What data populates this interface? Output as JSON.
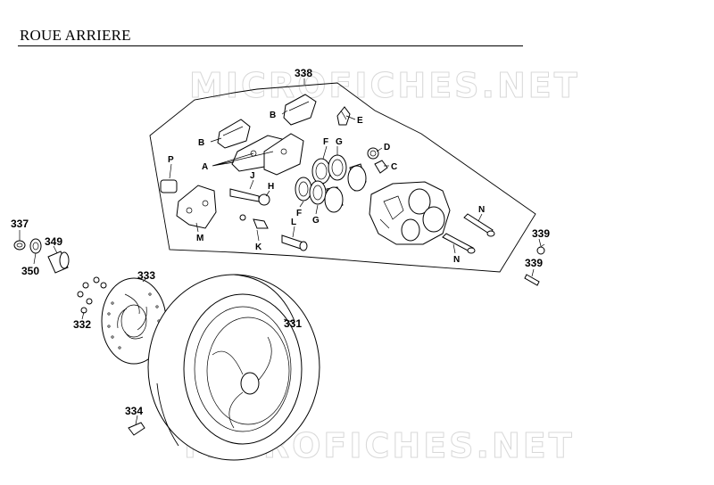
{
  "title": "ROUE ARRIERE",
  "watermark_text": "MICROFICHES.NET",
  "callouts": {
    "caliper_kit": "338",
    "bleeder_kit": "337",
    "axle_collar": "349",
    "axle_washer": "350",
    "brake_disc": "333",
    "disc_bolt": "332",
    "rear_wheel": "331",
    "valve": "334",
    "caliper_bolt_1": "339",
    "caliper_bolt_2": "339"
  },
  "part_letters": {
    "pad_a": "A",
    "pad_b_left": "B",
    "pad_b_top": "B",
    "pad_spring_e": "E",
    "bleeder_d": "D",
    "bleeder_cap_c": "C",
    "seal_f_top": "F",
    "seal_f_bottom": "F",
    "piston_g_top": "G",
    "piston_g_bottom": "G",
    "boot_p": "P",
    "slide_pin_j": "J",
    "boot_h": "H",
    "bracket_m": "M",
    "pin_k": "K",
    "pin_l": "L",
    "pin_n_top": "N",
    "pin_n_bottom": "N"
  }
}
